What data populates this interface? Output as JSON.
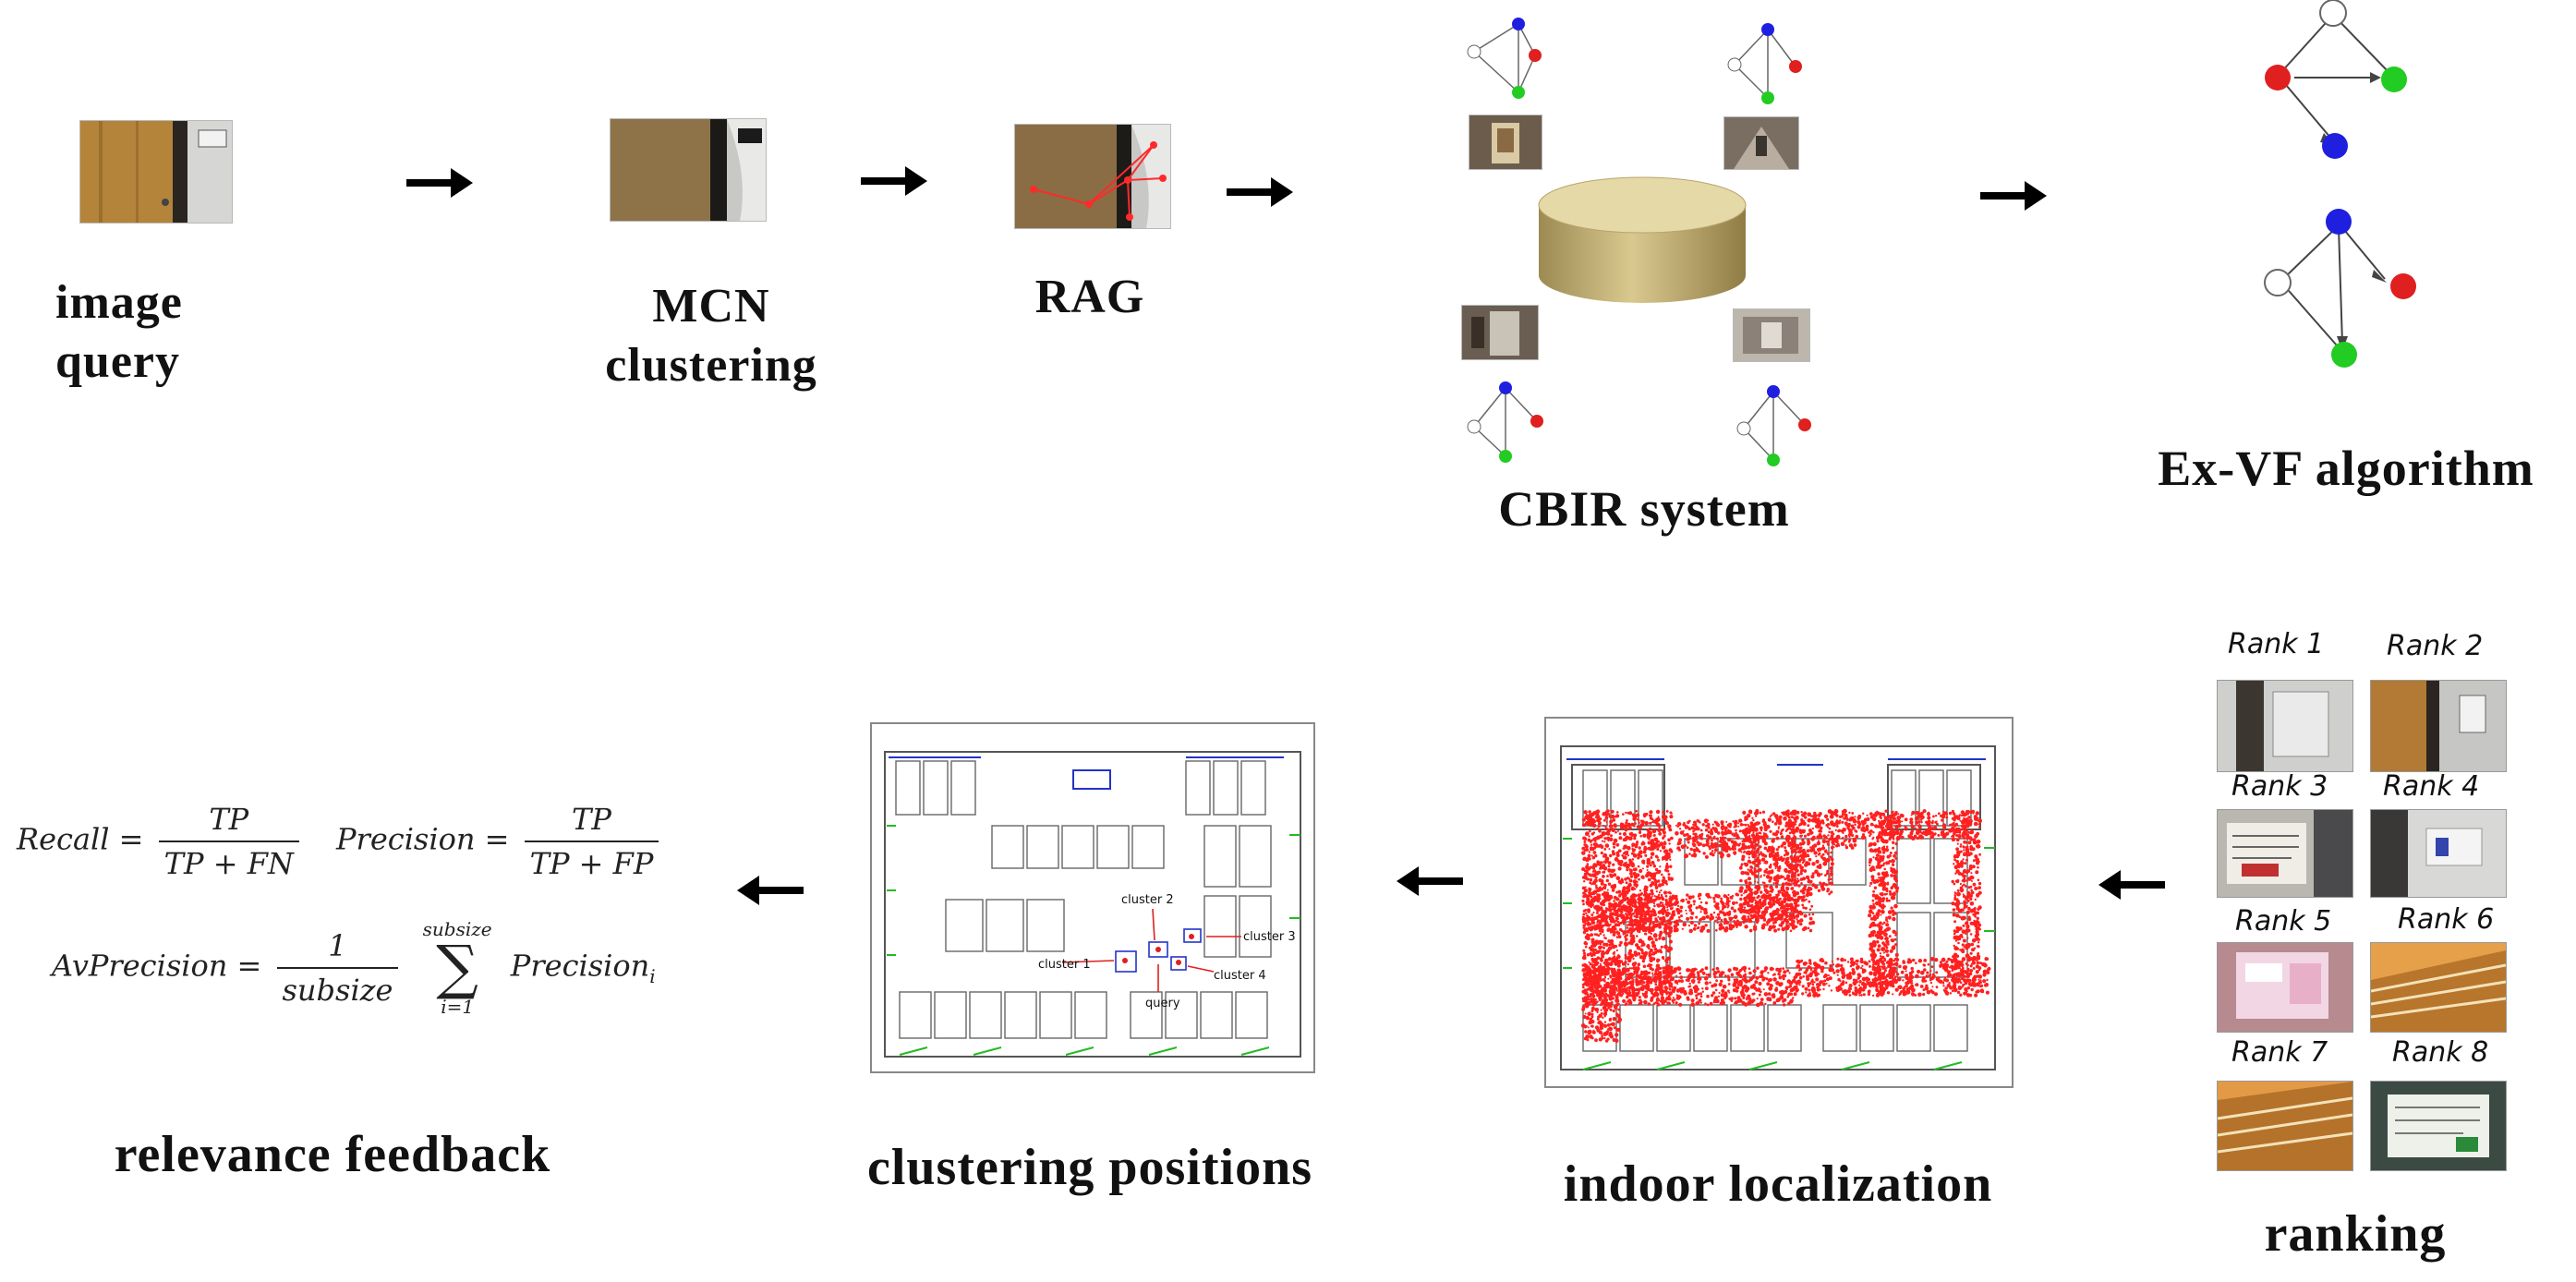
{
  "labels": {
    "image_query": [
      "image",
      "query"
    ],
    "mcn_clustering": [
      "MCN",
      "clustering"
    ],
    "rag": "RAG",
    "cbir_system": "CBIR system",
    "exvf": "Ex-VF algorithm",
    "ranking": "ranking",
    "indoor_localization": "indoor localization",
    "clustering_positions": "clustering positions",
    "relevance_feedback": "relevance feedback"
  },
  "ranks": [
    "Rank 1",
    "Rank 2",
    "Rank 3",
    "Rank 4",
    "Rank 5",
    "Rank 6",
    "Rank 7",
    "Rank 8"
  ],
  "cluster_map": {
    "cluster_labels": [
      "cluster 1",
      "cluster 2",
      "cluster 3",
      "cluster 4"
    ],
    "query_label": "query"
  },
  "formulas": {
    "recall_lhs": "Recall =",
    "recall_num": "TP",
    "recall_den": "TP + FN",
    "precision_lhs": "Precision =",
    "precision_num": "TP",
    "precision_den": "TP + FP",
    "avprec_lhs": "AvPrecision =",
    "avprec_num": "1",
    "avprec_den": "subsize",
    "sum_upper": "subsize",
    "sum_lower": "i=1",
    "sum_symbol": "∑",
    "sum_term": "Precision",
    "sum_subscript": "i"
  },
  "colors": {
    "node_blue": "#1f1fe0",
    "node_red": "#e01f1f",
    "node_green": "#22cc22",
    "localization_red": "#ff2020",
    "plan_green": "#22bb22",
    "plan_blue": "#2233cc",
    "database": "#c9b77c"
  },
  "icons": [
    "right-arrow-icon",
    "left-arrow-icon",
    "database-icon",
    "graph-icon"
  ]
}
